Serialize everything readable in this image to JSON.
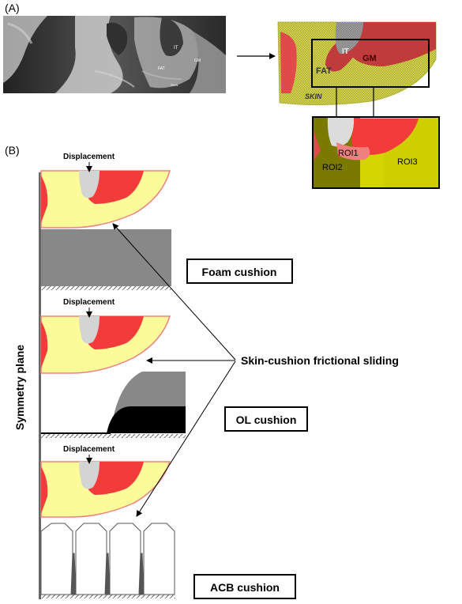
{
  "panel_a": {
    "label": "(A)",
    "mri_labels": {
      "it": "IT",
      "gm": "GM",
      "fat": "FAT",
      "skin": "SKIN"
    },
    "fe_labels": {
      "it": "IT",
      "gm": "GM",
      "fat": "FAT",
      "skin": "SKIN"
    },
    "roi_labels": {
      "roi1": "ROI1",
      "roi2": "ROI2",
      "roi3": "ROI3"
    }
  },
  "panel_b": {
    "label": "(B)",
    "axis_label": "Symmetry plane",
    "displacement_label": "Displacement",
    "cushions": {
      "foam": "Foam cushion",
      "ol": "OL cushion",
      "acb": "ACB cushion"
    },
    "friction_label": "Skin-cushion frictional sliding"
  },
  "colors": {
    "fat": "#fbfb9a",
    "muscle": "#f23c3c",
    "bone": "#d4d4d4",
    "skin_outline": "#f08080",
    "roi_yellow": "#d4d400",
    "roi_olive": "#7a7a00",
    "foam": "#888888"
  }
}
